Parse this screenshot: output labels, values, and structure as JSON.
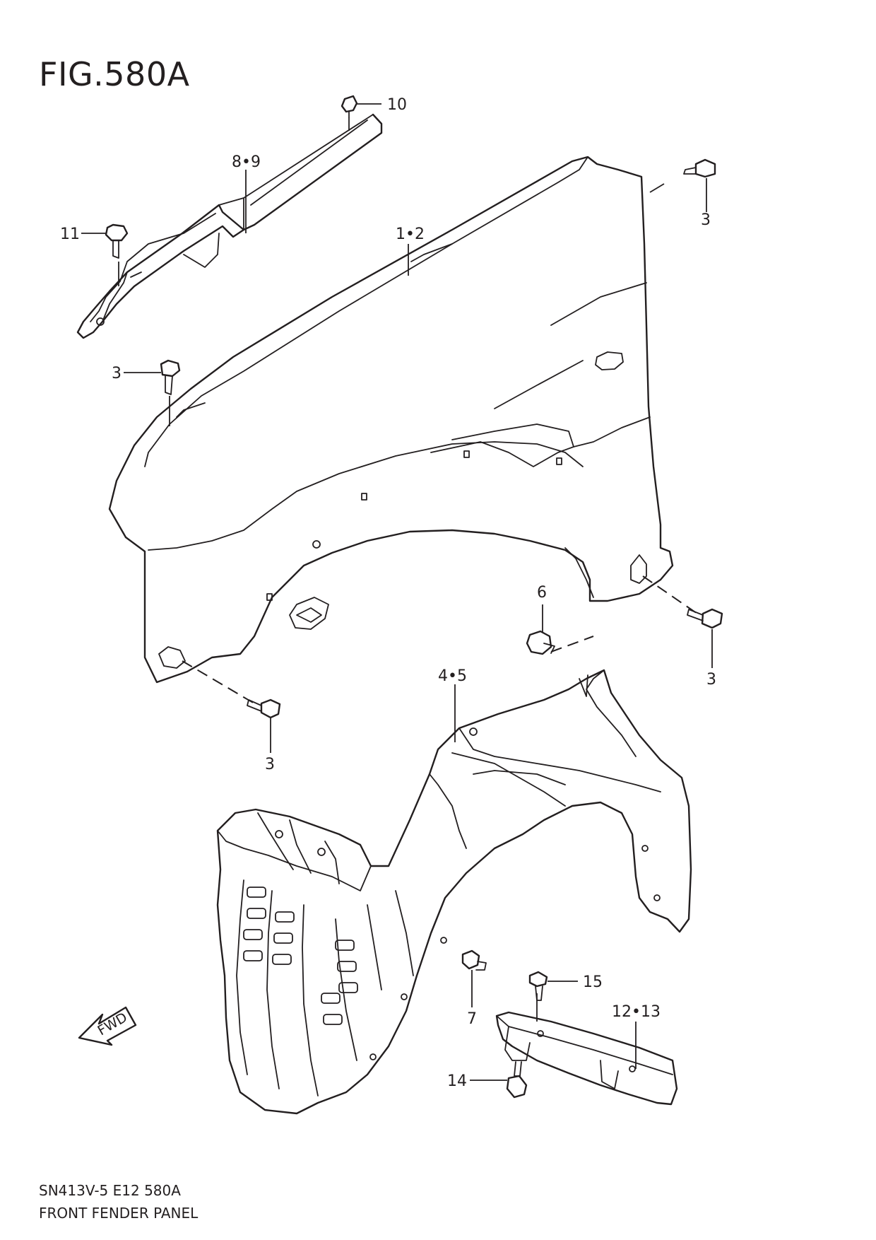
{
  "figure": {
    "title": "FIG.580A",
    "code": "SN413V-5 E12 580A",
    "name": "FRONT FENDER PANEL"
  },
  "callouts": {
    "c10": "10",
    "c8_9": "8•9",
    "c11": "11",
    "c1_2": "1•2",
    "c3_top_right": "3",
    "c3_left": "3",
    "c6": "6",
    "c3_right": "3",
    "c4_5": "4•5",
    "c3_bottom": "3",
    "c15": "15",
    "c12_13": "12•13",
    "c7": "7",
    "c14": "14"
  },
  "direction_marker": {
    "label": "FWD",
    "icon": "fwd-arrow-icon"
  },
  "colors": {
    "line": "#231f20",
    "background": "#ffffff"
  }
}
